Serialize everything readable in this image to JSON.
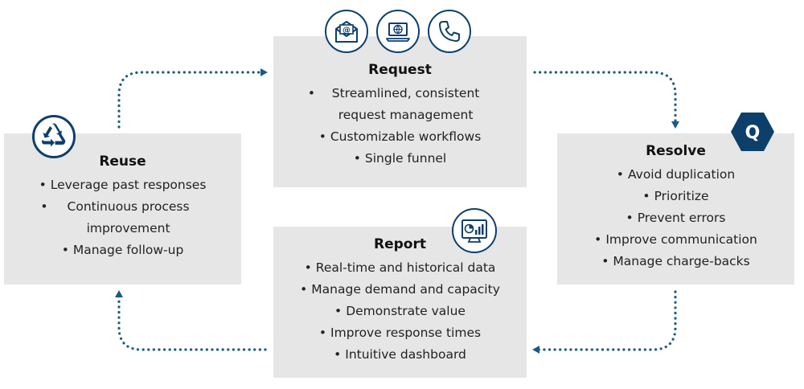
{
  "colors": {
    "accent": "#0d3f6b",
    "box": "#e6e6e6",
    "dot": "#1a5b85"
  },
  "request": {
    "title": "Request",
    "bullet": "•",
    "items": [
      "Streamlined, consistent request management",
      "Customizable workflows",
      "Single funnel"
    ],
    "icons": [
      "email-icon",
      "laptop-web-icon",
      "phone-icon"
    ]
  },
  "resolve": {
    "title": "Resolve",
    "bullet": "•",
    "items": [
      "Avoid duplication",
      "Prioritize",
      "Prevent errors",
      "Improve communication",
      "Manage charge-backs"
    ],
    "badge_letter": "Q"
  },
  "reuse": {
    "title": "Reuse",
    "bullet": "•",
    "items": [
      "Leverage past responses",
      "Continuous process improvement",
      "Manage follow-up"
    ],
    "icon": "recycle-icon"
  },
  "report": {
    "title": "Report",
    "bullet": "•",
    "items": [
      "Real-time and historical data",
      "Manage demand and capacity",
      "Demonstrate value",
      "Improve response times",
      "Intuitive dashboard"
    ],
    "icon": "dashboard-icon"
  }
}
